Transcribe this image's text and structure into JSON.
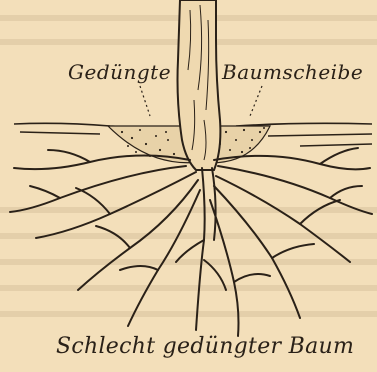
{
  "illustration": {
    "label_left": "Gedüngte",
    "label_right": "Baumscheibe",
    "caption": "Schlecht gedüngter Baum"
  },
  "colors": {
    "paper": "#f3dfba",
    "ink": "#2a2118",
    "faint_text": "#d9c39d"
  },
  "icons": [
    "tree-trunk",
    "root-system",
    "fertilized-tree-disc"
  ]
}
